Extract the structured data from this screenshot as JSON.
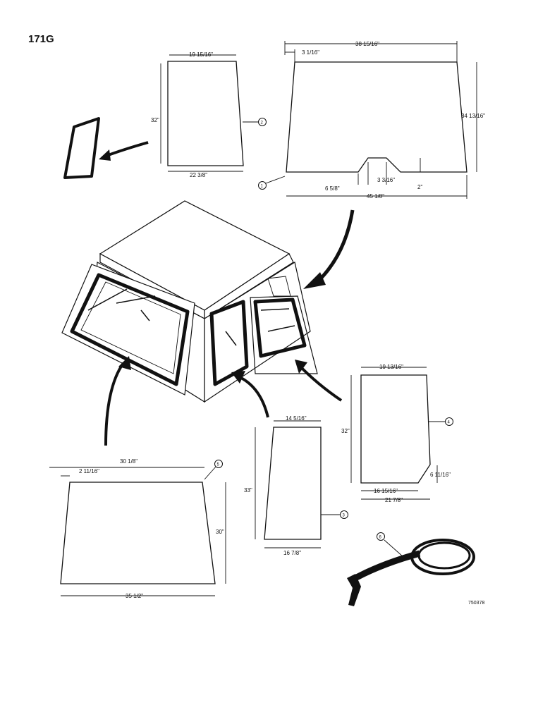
{
  "page": {
    "section_id": "171G",
    "figure_id": "750378"
  },
  "glass_panels": [
    {
      "ref": "1",
      "dims": {
        "top": "38 15/16\"",
        "top_offset": "3 1/16\"",
        "height": "34 13/16\"",
        "notch_left": "6 5/8\"",
        "notch_width": "3 3/16\"",
        "notch_depth": "2\"",
        "bottom": "45 1/8\""
      }
    },
    {
      "ref": "2",
      "dims": {
        "top": "19 15/16\"",
        "height": "32\"",
        "bottom": "22 3/8\""
      }
    },
    {
      "ref": "3",
      "dims": {
        "top": "14 5/16\"",
        "height": "33\"",
        "bottom": "16 7/8\""
      }
    },
    {
      "ref": "4",
      "dims": {
        "top": "19 13/16\"",
        "height": "32\"",
        "corner": "6 11/16\"",
        "bottom_inner": "16 15/16\"",
        "bottom": "21 7/8\""
      }
    },
    {
      "ref": "5",
      "dims": {
        "top": "30 1/8\"",
        "top_offset": "2 11/16\"",
        "height": "30\"",
        "bottom": "35 1/2\""
      }
    }
  ],
  "seal": {
    "ref": "6"
  }
}
